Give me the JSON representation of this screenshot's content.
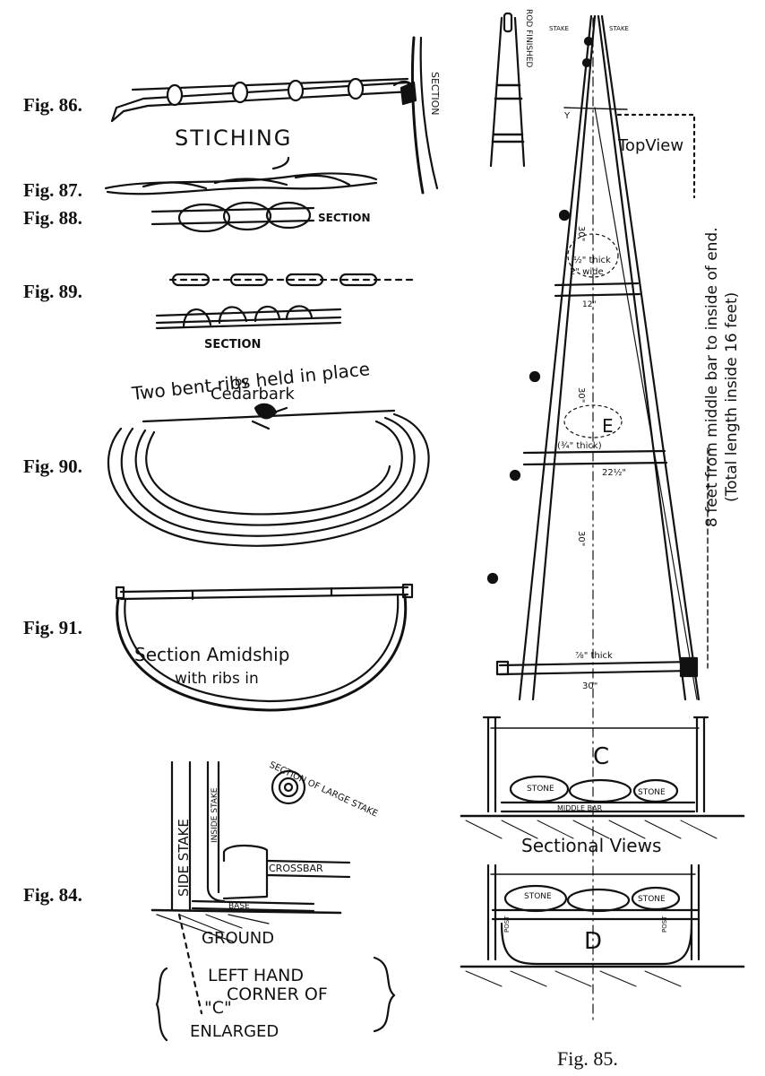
{
  "figures": {
    "fig86": {
      "label": "Fig. 86.",
      "title": "STICHING",
      "note": "SECTION"
    },
    "fig87": {
      "label": "Fig. 87."
    },
    "fig88": {
      "label": "Fig. 88.",
      "note": "SECTION"
    },
    "fig89": {
      "label": "Fig. 89.",
      "note": "SECTION"
    },
    "fig90": {
      "label": "Fig. 90.",
      "note_line1": "Two bent ribs held in place",
      "note_line2": "by",
      "note_line3": "Cedarbark"
    },
    "fig91": {
      "label": "Fig. 91.",
      "note_line1": "Section Amidship",
      "note_line2": "with ribs in"
    },
    "fig84": {
      "label": "Fig. 84.",
      "side_stake": "SIDE STAKE",
      "inside_stake": "INSIDE STAKE",
      "crossbar": "CROSSBAR",
      "base": "BASE",
      "ground": "GROUND",
      "section_note": "SECTION OF LARGE STAKE",
      "caption_line1": "LEFT HAND",
      "caption_line2": "CORNER OF",
      "caption_line3": "\"C\"",
      "caption_line4": "ENLARGED"
    },
    "fig85": {
      "label": "Fig. 85.",
      "rod_finished": "ROD FINISHED",
      "stake_left": "STAKE",
      "stake_right": "STAKE",
      "top_view": "TopView",
      "y_mark": "Y",
      "dim_30_top": "30\"",
      "thick_half": "½\" thick",
      "wide_2": "2\" wide",
      "dim_12": "12\"",
      "dim_30_mid": "30\"",
      "mark_e": "E",
      "thick_34": "(¾\" thick)",
      "dim_22": "22½\"",
      "dim_30_low": "30\"",
      "thick_78": "⅞\" thick",
      "dim_30_bottom": "30\"",
      "side_note_line1": "8 feet from middle bar to inside of end.",
      "side_note_line2": "(Total length inside 16 feet)",
      "mark_c": "C",
      "stone1": "STONE",
      "stone2": "STONE",
      "middle_bar": "MIDDLE BAR",
      "sectional_views": "Sectional Views",
      "stone3": "STONE",
      "stone4": "STONE",
      "mark_d": "D",
      "post_left": "POST",
      "post_right": "POST"
    }
  }
}
